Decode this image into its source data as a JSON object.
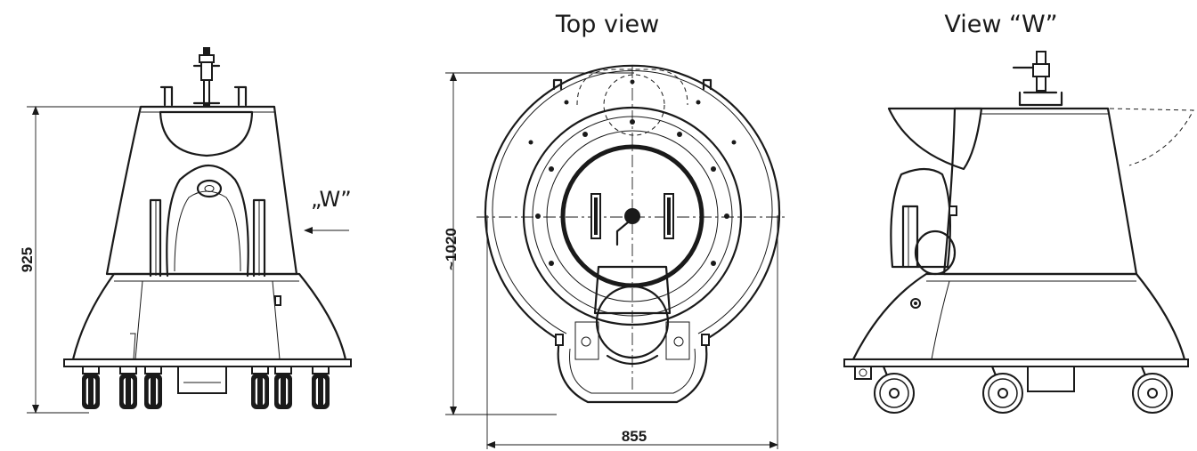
{
  "headings": {
    "top_view": "Top view",
    "view_w": "View “W”"
  },
  "view_marker": {
    "label": "„W”"
  },
  "dimensions": {
    "height": "925",
    "length": "~1020",
    "width": "855"
  }
}
